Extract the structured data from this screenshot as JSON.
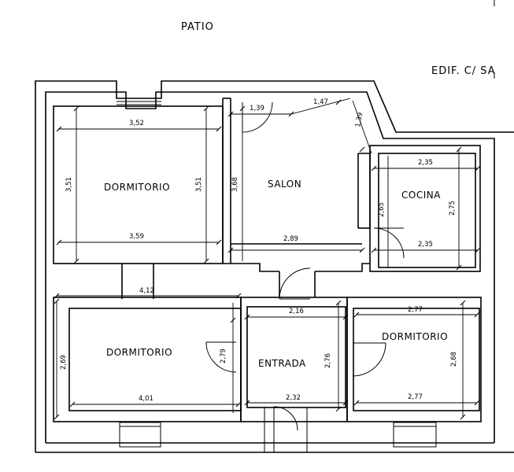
{
  "labels": {
    "patio": "PATIO",
    "edificio": "EDIF. C/ SA"
  },
  "rooms": {
    "dormitorio_nw": "DORMITORIO",
    "salon": "SALON",
    "cocina": "COCINA",
    "dormitorio_sw": "DORMITORIO",
    "entrada": "ENTRADA",
    "dormitorio_se": "DORMITORIO"
  },
  "dimensions": {
    "d352": "3,52",
    "d351a": "3,51",
    "d351b": "3,51",
    "d359": "3,59",
    "d368": "3,68",
    "d139a": "1,39",
    "d147": "1,47",
    "d139b": "1,39",
    "d289": "2,89",
    "d235a": "2,35",
    "d275": "2,75",
    "d265": "2,65",
    "d235b": "2,35",
    "d412": "4,12",
    "d269": "2,69",
    "d279": "2,79",
    "d401": "4,01",
    "d216": "2,16",
    "d276": "2,76",
    "d232": "2,32",
    "d277a": "2,77",
    "d268": "2,68",
    "d277b": "2,77"
  }
}
